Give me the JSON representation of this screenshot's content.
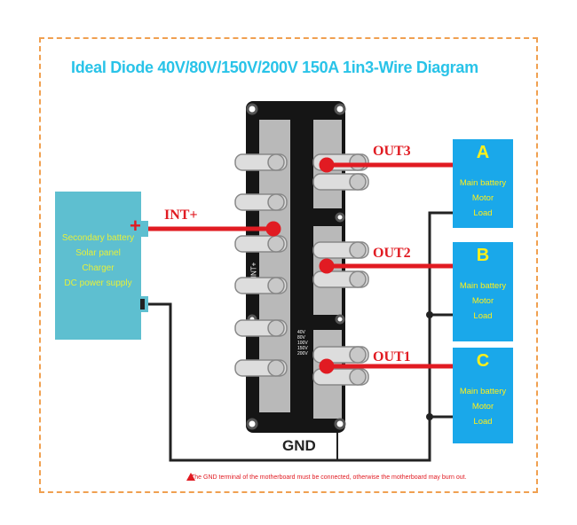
{
  "title": "Ideal Diode 40V/80V/150V/200V 150A 1in3-Wire Diagram",
  "source": {
    "lines": [
      "Secondary battery",
      "Solar panel",
      "Charger",
      "DC power supply"
    ]
  },
  "wires": {
    "input": "INT+",
    "out3": "OUT3",
    "out2": "OUT2",
    "out1": "OUT1",
    "gnd": "GND"
  },
  "loads": [
    {
      "letter": "A",
      "lines": [
        "Main battery",
        "Motor",
        "Load"
      ]
    },
    {
      "letter": "B",
      "lines": [
        "Main battery",
        "Motor",
        "Load"
      ]
    },
    {
      "letter": "C",
      "lines": [
        "Main battery",
        "Motor",
        "Load"
      ]
    }
  ],
  "board": {
    "silk": "INT+",
    "voltages": [
      "40V",
      "80V",
      "100V",
      "150V",
      "200V"
    ]
  },
  "warning": "The GND terminal of the motherboard must be connected, otherwise the motherboard may burn out.",
  "colors": {
    "red": "#e11b22",
    "title": "#29c3e8",
    "load": "#1aa8ea",
    "source": "#5ebfd0",
    "text": "#fff01a",
    "frame": "#f0a050"
  }
}
